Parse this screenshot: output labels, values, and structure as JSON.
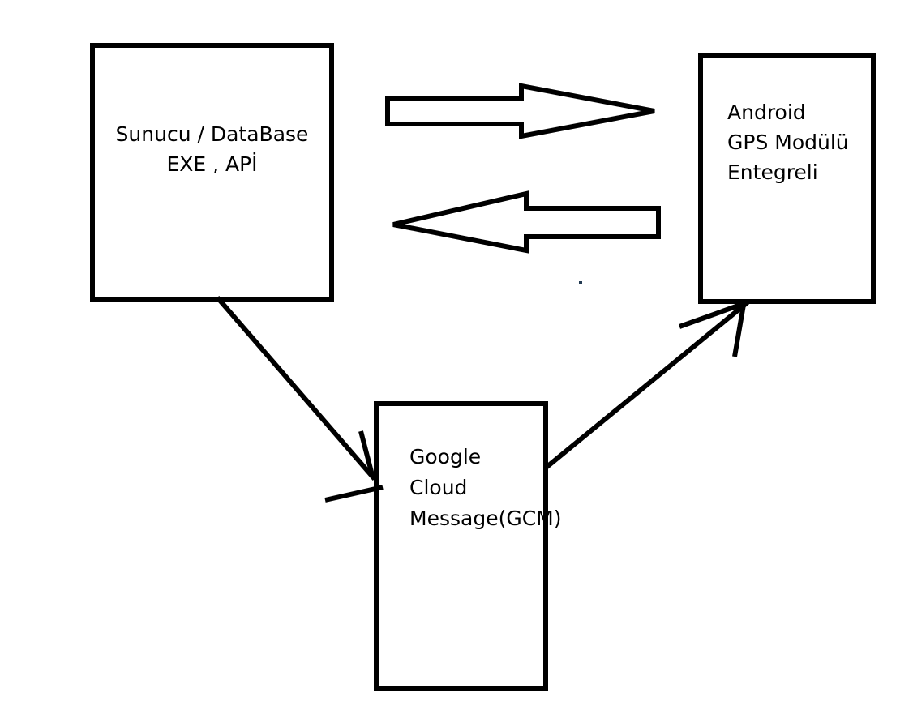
{
  "diagram": {
    "background_color": "#ffffff",
    "stroke_color": "#000000",
    "artifact_dot_color": "#223a52",
    "nodes": {
      "server": {
        "id": "server-database",
        "lines": [
          "Sunucu / DataBase",
          "EXE , APİ"
        ]
      },
      "android": {
        "id": "android-gps",
        "lines": [
          "Android",
          "GPS Modülü",
          "Entegreli"
        ]
      },
      "gcm": {
        "id": "google-cloud-message",
        "lines": [
          "Google",
          "Cloud",
          "Message(GCM)"
        ]
      }
    },
    "edges": [
      {
        "name": "block-arrow-right",
        "type": "block-arrow",
        "from": "server-database",
        "to": "android-gps",
        "direction": "right"
      },
      {
        "name": "block-arrow-left",
        "type": "block-arrow",
        "from": "android-gps",
        "to": "server-database",
        "direction": "left"
      },
      {
        "name": "line-arrow-server-to-gcm",
        "type": "line-arrow",
        "from": "server-database",
        "to": "google-cloud-message",
        "direction": "down-right"
      },
      {
        "name": "line-arrow-gcm-to-android",
        "type": "line-arrow",
        "from": "google-cloud-message",
        "to": "android-gps",
        "direction": "up-right"
      }
    ]
  }
}
